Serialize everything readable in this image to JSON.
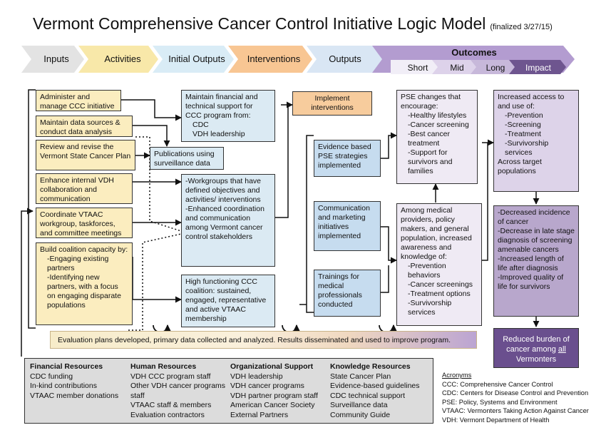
{
  "title": "Vermont Comprehensive Cancer Control Initiative Logic Model",
  "title_note": "(finalized 3/27/15)",
  "stages": [
    "Inputs",
    "Activities",
    "Initial Outputs",
    "Interventions",
    "Outputs",
    "Outcomes"
  ],
  "outcome_phases": [
    "Short",
    "Mid",
    "Long",
    "Impact"
  ],
  "inputs": [
    "Administer and manage CCC initiative",
    "Maintain data sources & conduct data analysis",
    "Review and revise the Vermont State Cancer Plan",
    "Enhance internal VDH collaboration and communication",
    "Coordinate  VTAAC workgroup, taskforces, and committee meetings"
  ],
  "coalition": {
    "lead": "Build coalition capacity by:",
    "items": [
      "-Engaging existing partners",
      "-Identifying new partners, with a focus on engaging disparate populations"
    ]
  },
  "initial_outputs": {
    "financial": {
      "lead": "Maintain financial and technical support for CCC program from:",
      "items": [
        "CDC",
        "VDH leadership"
      ]
    },
    "publications": "Publications using surveillance data",
    "workgroups": [
      "-Workgroups that have defined objectives and activities/ interventions",
      "-Enhanced coordination and communication among Vermont cancer control stakeholders"
    ],
    "coalition": "High functioning CCC coalition: sustained, engaged, representative and active VTAAC membership"
  },
  "interventions": {
    "implement": "Implement interventions",
    "items": [
      "Evidence based PSE strategies implemented",
      "Communication and marketing initiatives implemented",
      "Trainings for medical professionals conducted"
    ]
  },
  "outputs": {
    "pse": {
      "lead": "PSE changes that encourage:",
      "items": [
        "-Healthy lifestyles",
        "-Cancer screening",
        "-Best cancer treatment",
        "-Support for survivors and families"
      ]
    },
    "awareness": {
      "lead": "Among medical providers, policy makers, and general population, increased awareness and knowledge of:",
      "items": [
        "-Prevention behaviors",
        "-Cancer screenings",
        "-Treatment options",
        "-Survivorship services"
      ]
    }
  },
  "outcomes": {
    "access": {
      "lead": "Increased access to and  use of:",
      "items": [
        "-Prevention",
        "-Screening",
        "-Treatment",
        "-Survivorship services"
      ],
      "tail": "Across target populations"
    },
    "long": [
      "-Decreased incidence of cancer",
      "-Decrease in late stage diagnosis of screening amenable cancers",
      "-Increased length of life after diagnosis",
      "-Improved quality of life for survivors"
    ],
    "impact": {
      "pre": "Reduced burden of cancer among ",
      "underlined": "all",
      "post": "Vermonters"
    }
  },
  "evaluation": "Evaluation plans developed, primary data collected and analyzed. Results disseminated and used to improve program.",
  "resources": [
    {
      "title": "Financial Resources",
      "items": [
        "CDC funding",
        "In-kind contributions",
        "VTAAC member donations"
      ]
    },
    {
      "title": "Human Resources",
      "items": [
        "VDH CCC program staff",
        "Other VDH cancer programs staff",
        "VTAAC staff & members",
        "Evaluation contractors"
      ]
    },
    {
      "title": "Organizational Support",
      "items": [
        "VDH leadership",
        "VDH cancer programs",
        "VDH partner program staff",
        "American Cancer Society",
        "External Partners"
      ]
    },
    {
      "title": "Knowledge Resources",
      "items": [
        "State Cancer Plan",
        "Evidence-based guidelines",
        "CDC technical support",
        "Surveillance data",
        "Community Guide"
      ]
    }
  ],
  "acronyms": {
    "title": "Acronyms",
    "items": [
      "CCC: Comprehensive Cancer Control",
      "CDC: Centers for Disease Control and Prevention",
      "PSE: Policy, Systems and Environment",
      "VTAAC: Vermonters Taking Action Against Cancer",
      "VDH: Vermont Department of Health"
    ]
  },
  "colors": {
    "inputs_fill": "#fbedbf",
    "outputs_fill": "#dbeaf3",
    "interventions_fill": "#f7cc9d",
    "outcomes_fill": "#b8a7cc",
    "impact_fill": "#6a4f8e"
  }
}
